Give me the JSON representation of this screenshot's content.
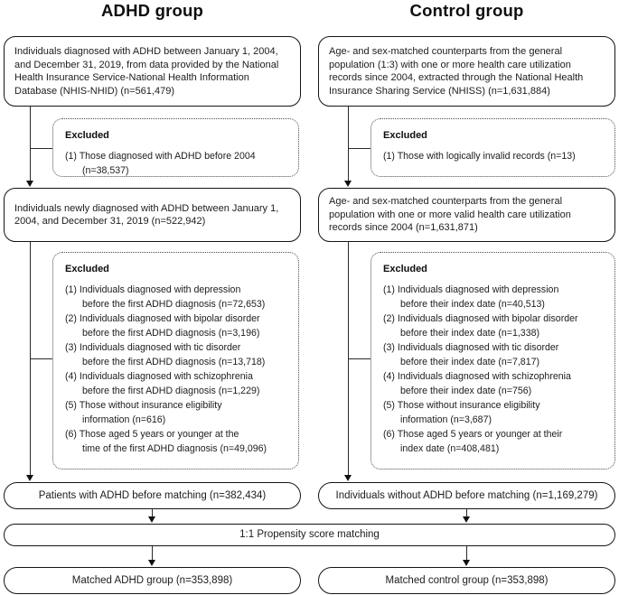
{
  "colors": {
    "background": "#ffffff",
    "box_border": "#151515",
    "dotted_border": "#4a4a4a",
    "text": "#1c1c1c",
    "arrow": "#111111"
  },
  "left": {
    "header": "ADHD group",
    "source_box": "Individuals diagnosed with ADHD between January 1, 2004,\nand December 31, 2019, from data provided by the National\nHealth Insurance Service-National Health Information\nDatabase (NHIS-NHID) (n=561,479)",
    "excluded1": {
      "title": "Excluded",
      "items": [
        "(1) Those diagnosed with ADHD before 2004\n(n=38,537)"
      ]
    },
    "cohort_box": "Individuals newly diagnosed with ADHD between January 1,\n2004, and December 31, 2019 (n=522,942)",
    "excluded2": {
      "title": "Excluded",
      "items": [
        "(1) Individuals diagnosed with depression\nbefore the first ADHD diagnosis (n=72,653)",
        "(2) Individuals diagnosed with bipolar disorder\nbefore the first ADHD diagnosis (n=3,196)",
        "(3) Individuals diagnosed with tic disorder\nbefore the first ADHD diagnosis (n=13,718)",
        "(4) Individuals diagnosed with schizophrenia\nbefore the first ADHD diagnosis (n=1,229)",
        "(5) Those without insurance eligibility\ninformation (n=616)",
        "(6) Those aged 5 years or younger at the\ntime of the first ADHD diagnosis (n=49,096)"
      ]
    },
    "before_matching_box": "Patients with ADHD before matching (n=382,434)",
    "matched_box": "Matched ADHD group (n=353,898)"
  },
  "right": {
    "header": "Control group",
    "source_box": "Age- and sex-matched counterparts from the general\npopulation (1:3) with one or more health care utilization\nrecords since 2004, extracted through the National Health\nInsurance Sharing Service (NHISS) (n=1,631,884)",
    "excluded1": {
      "title": "Excluded",
      "items": [
        "(1) Those with logically invalid records (n=13)"
      ]
    },
    "cohort_box": "Age- and sex-matched counterparts from the general\npopulation with one or more valid health care utilization\nrecords since 2004 (n=1,631,871)",
    "excluded2": {
      "title": "Excluded",
      "items": [
        "(1) Individuals diagnosed with depression\nbefore their index date (n=40,513)",
        "(2) Individuals diagnosed with bipolar disorder\nbefore their index date (n=1,338)",
        "(3) Individuals diagnosed with tic disorder\nbefore their index date (n=7,817)",
        "(4) Individuals diagnosed with schizophrenia\nbefore their index date (n=756)",
        "(5) Those without insurance eligibility\ninformation (n=3,687)",
        "(6) Those aged 5 years or younger at their\nindex date (n=408,481)"
      ]
    },
    "before_matching_box": "Individuals without ADHD before matching (n=1,169,279)",
    "matched_box": "Matched control group (n=353,898)"
  },
  "matching_box": "1:1 Propensity score matching"
}
